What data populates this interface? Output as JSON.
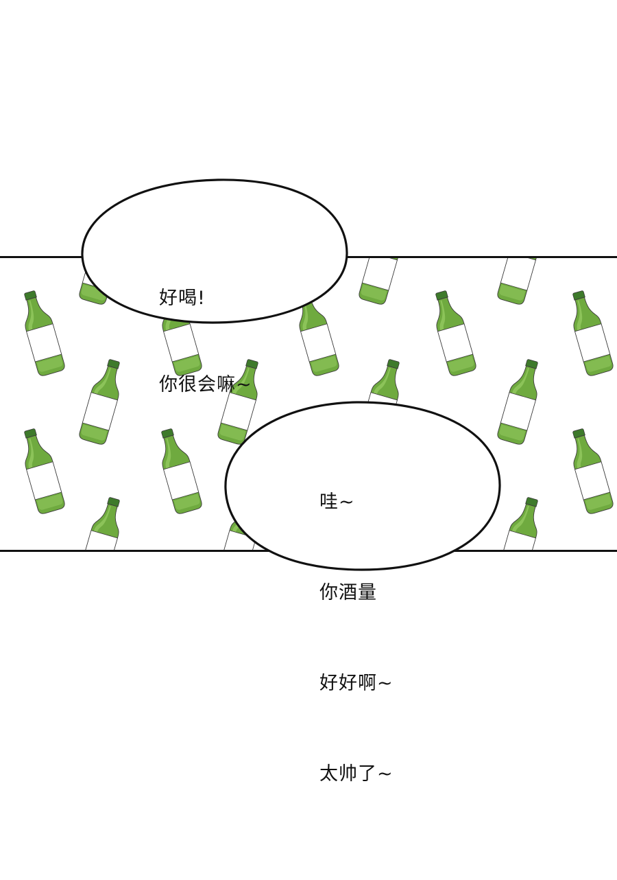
{
  "comic": {
    "panel": {
      "background": "#ffffff",
      "border_color": "#111111",
      "pattern": "green soju bottles",
      "bottle_colors": {
        "cap": "#3e7a2b",
        "glass": "#6faa3f",
        "glass_highlight": "#93c960",
        "label": "#ffffff",
        "outline": "#3a3a3a"
      }
    },
    "bubbles": [
      {
        "id": "bubble-1",
        "lines": [
          "好喝!",
          "你很会嘛~"
        ]
      },
      {
        "id": "bubble-2",
        "lines": [
          "哇~",
          "你酒量",
          "好好啊~",
          "太帅了~"
        ]
      }
    ]
  }
}
